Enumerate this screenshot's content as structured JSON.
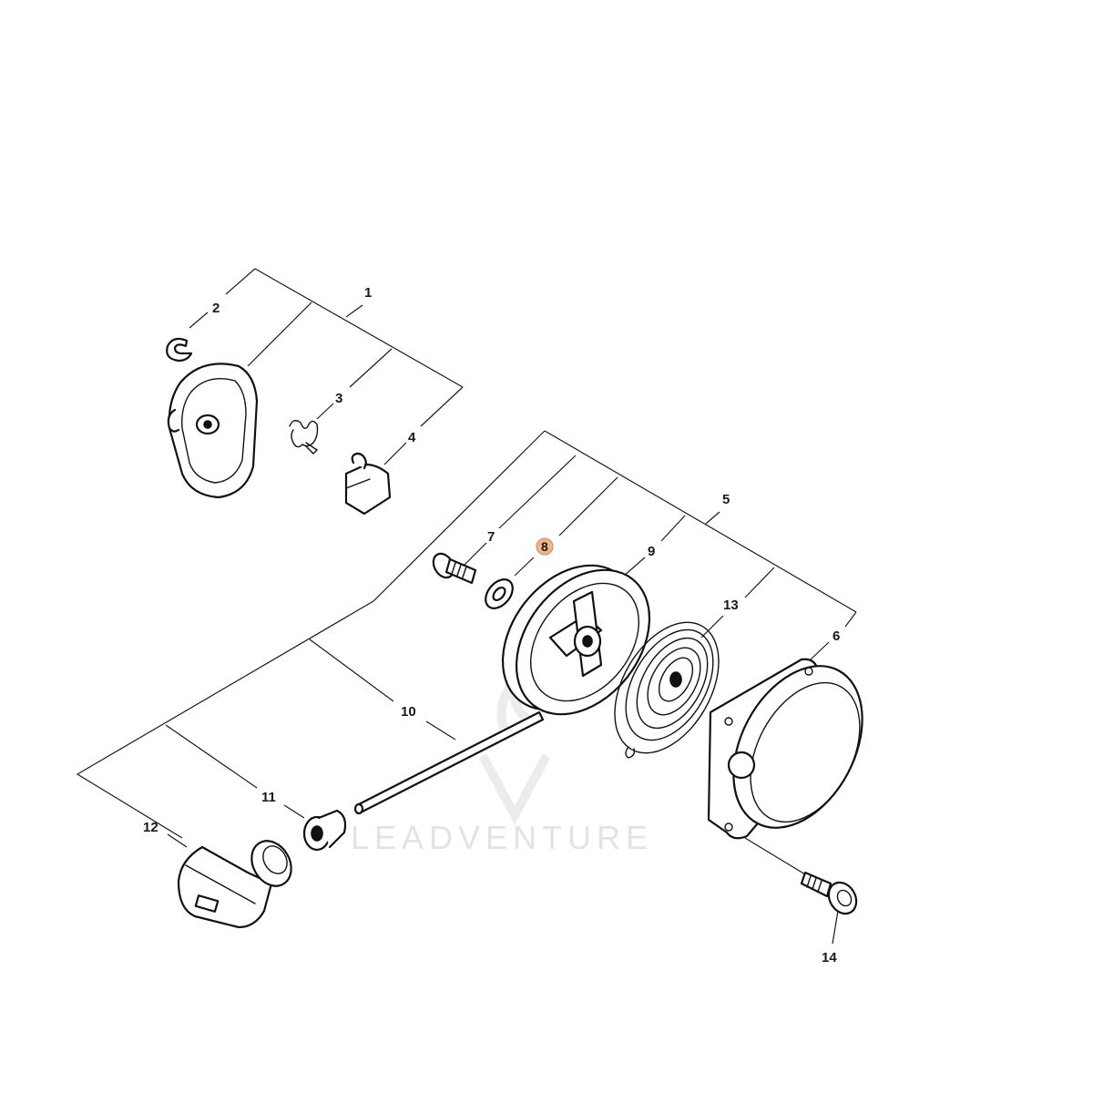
{
  "watermark": "LEADVENTURE",
  "highlight_color": "#f2b58a",
  "callouts": {
    "c1": "1",
    "c2": "2",
    "c3": "3",
    "c4": "4",
    "c5": "5",
    "c6": "6",
    "c7": "7",
    "c8": "8",
    "c9": "9",
    "c10": "10",
    "c11": "11",
    "c12": "12",
    "c13": "13",
    "c14": "14"
  }
}
